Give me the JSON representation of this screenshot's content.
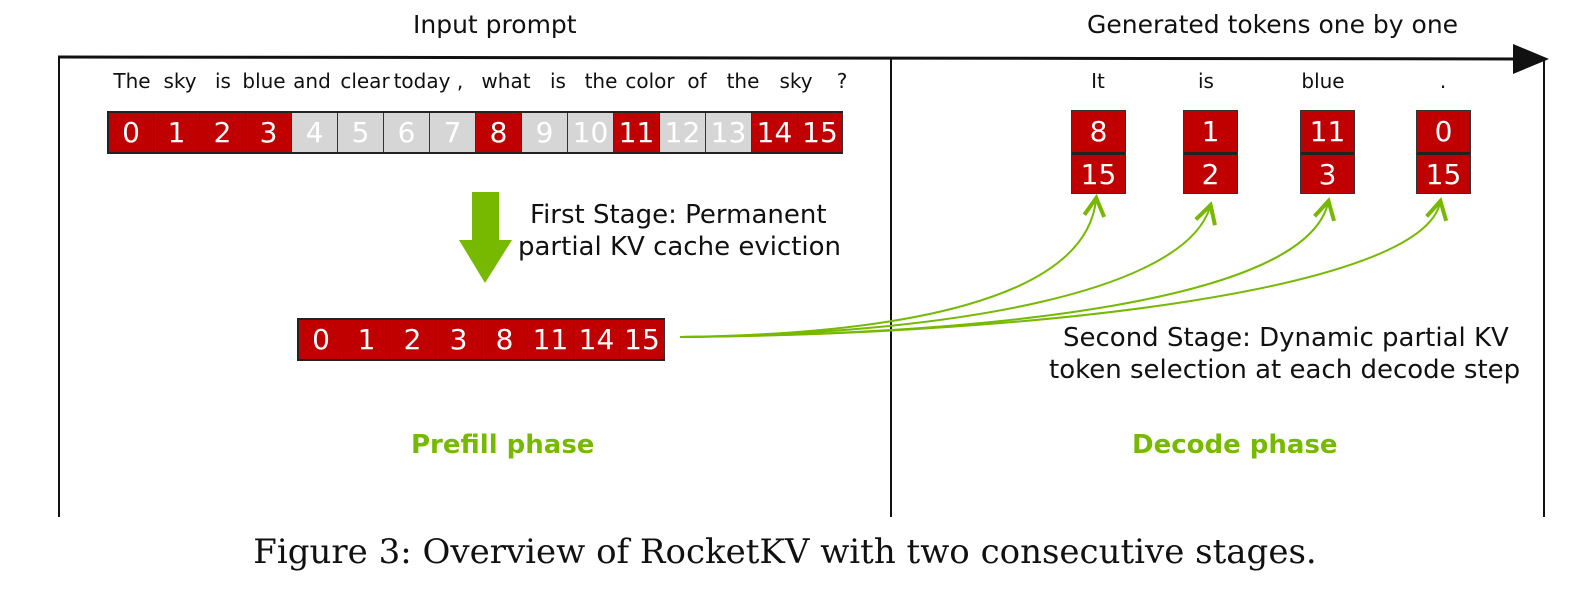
{
  "header": {
    "input_label": "Input prompt",
    "generated_label": "Generated tokens one by one"
  },
  "prompt_words": [
    "The",
    "sky",
    "is",
    "blue",
    "and",
    "clear",
    "today",
    ",",
    "what",
    "is",
    "the",
    "color",
    "of",
    "the",
    "sky",
    "?"
  ],
  "input_tokens": [
    {
      "id": "0",
      "kept": true
    },
    {
      "id": "1",
      "kept": true
    },
    {
      "id": "2",
      "kept": true
    },
    {
      "id": "3",
      "kept": true
    },
    {
      "id": "4",
      "kept": false
    },
    {
      "id": "5",
      "kept": false
    },
    {
      "id": "6",
      "kept": false
    },
    {
      "id": "7",
      "kept": false
    },
    {
      "id": "8",
      "kept": true
    },
    {
      "id": "9",
      "kept": false
    },
    {
      "id": "10",
      "kept": false
    },
    {
      "id": "11",
      "kept": true
    },
    {
      "id": "12",
      "kept": false
    },
    {
      "id": "13",
      "kept": false
    },
    {
      "id": "14",
      "kept": true
    },
    {
      "id": "15",
      "kept": true
    }
  ],
  "first_stage": {
    "line1": "First Stage: Permanent",
    "line2": "partial KV cache eviction"
  },
  "kept_tokens": [
    "0",
    "1",
    "2",
    "3",
    "8",
    "11",
    "14",
    "15"
  ],
  "generated": [
    {
      "word": "It",
      "selected": [
        "8",
        "15"
      ]
    },
    {
      "word": "is",
      "selected": [
        "1",
        "2"
      ]
    },
    {
      "word": "blue",
      "selected": [
        "11",
        "3"
      ]
    },
    {
      "word": ".",
      "selected": [
        "0",
        "15"
      ]
    }
  ],
  "second_stage": {
    "line1": "Second Stage: Dynamic partial KV",
    "line2": "token selection at each decode step"
  },
  "phases": {
    "prefill": "Prefill phase",
    "decode": "Decode phase"
  },
  "caption": "Figure 3: Overview of RocketKV with two consecutive stages.",
  "colors": {
    "kept_token": "#c00000",
    "evicted_token": "#d6d6d6",
    "accent_green": "#76b900"
  }
}
